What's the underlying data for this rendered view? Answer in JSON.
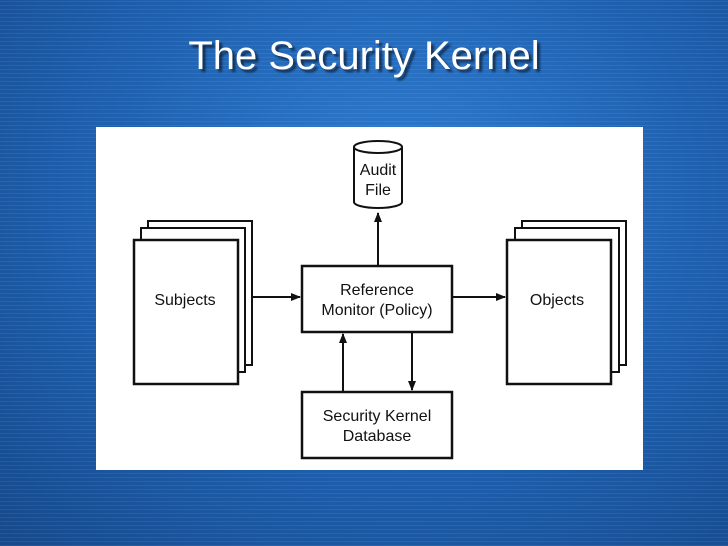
{
  "slide": {
    "title": "The Security Kernel"
  },
  "diagram": {
    "audit_file": [
      "Audit",
      "File"
    ],
    "subjects": "Subjects",
    "reference_monitor": [
      "Reference",
      "Monitor (Policy)"
    ],
    "objects": "Objects",
    "kernel_database": [
      "Security Kernel",
      "Database"
    ]
  }
}
